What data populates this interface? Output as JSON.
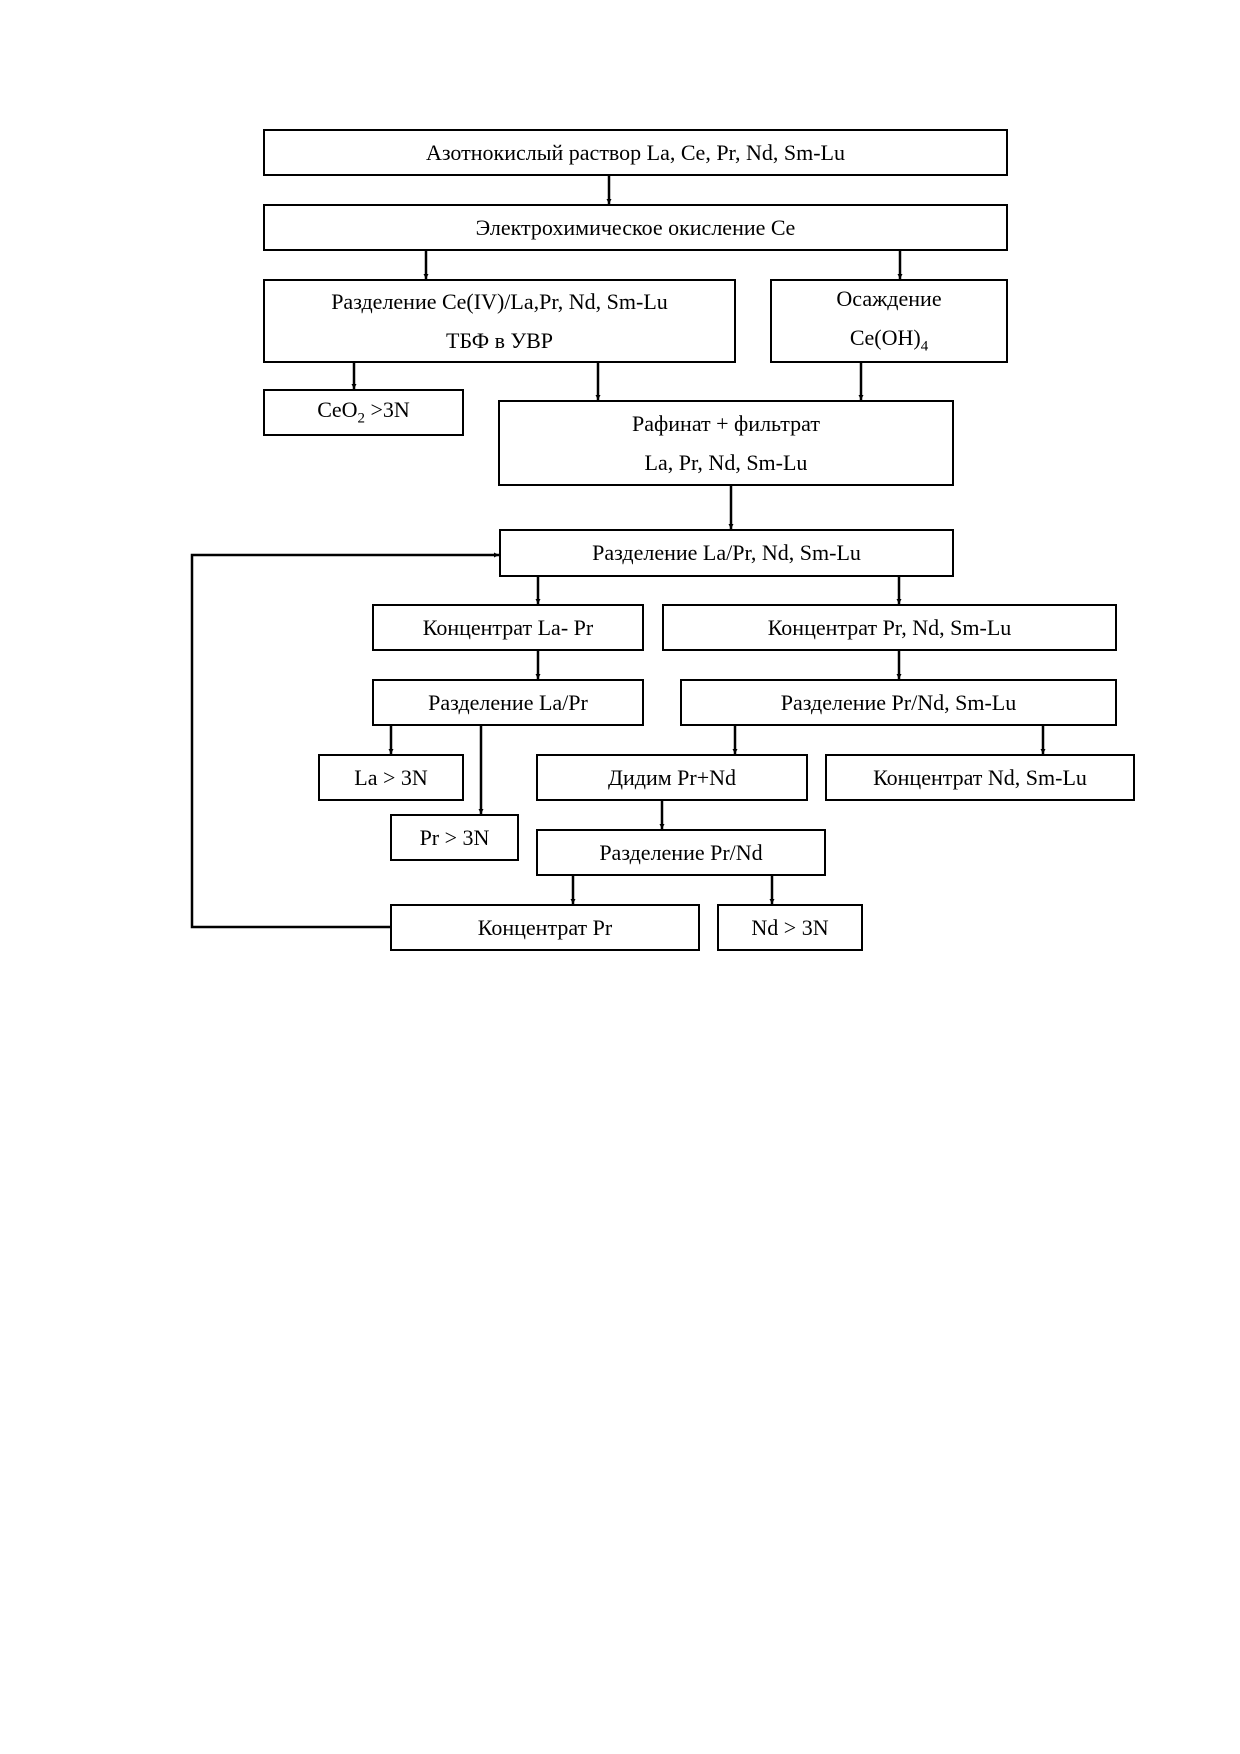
{
  "boxes": {
    "nitric_solution": {
      "text": "Азотнокислый раствор La, Ce, Pr, Nd, Sm-Lu"
    },
    "electro_oxidation": {
      "text": "Электрохимическое окисление Ce"
    },
    "ce_separation": {
      "line1": "Разделение Ce(IV)/La,Pr, Nd, Sm-Lu",
      "line2": "ТБФ в УВР"
    },
    "precipitation": {
      "line1": "Осаждение",
      "line2_main": "Ce(OH)",
      "line2_sub": "4"
    },
    "ceo2_product": {
      "main": "CeO",
      "sub": "2",
      "tail": " >3N"
    },
    "raffinate": {
      "line1": "Рафинат + фильтрат",
      "line2": "La, Pr, Nd, Sm-Lu"
    },
    "la_sep_main": {
      "text": "Разделение La/Pr, Nd, Sm-Lu"
    },
    "la_pr_conc": {
      "text": "Концентрат La- Pr"
    },
    "pr_nd_smlu_conc": {
      "text": "Концентрат  Pr, Nd, Sm-Lu"
    },
    "la_pr_sep": {
      "text": "Разделение La/Pr"
    },
    "pr_nd_smlu_sep": {
      "text": "Разделение Pr/Nd, Sm-Lu"
    },
    "la_product": {
      "text": "La > 3N"
    },
    "pr_product": {
      "text": "Pr > 3N"
    },
    "didymium": {
      "text": "Дидим Pr+Nd"
    },
    "nd_smlu_conc": {
      "text": "Концентрат Nd, Sm-Lu"
    },
    "pr_nd_sep": {
      "text": "Разделение Pr/Nd"
    },
    "pr_conc": {
      "text": "Концентрат  Pr"
    },
    "nd_product": {
      "text": "Nd > 3N"
    }
  }
}
